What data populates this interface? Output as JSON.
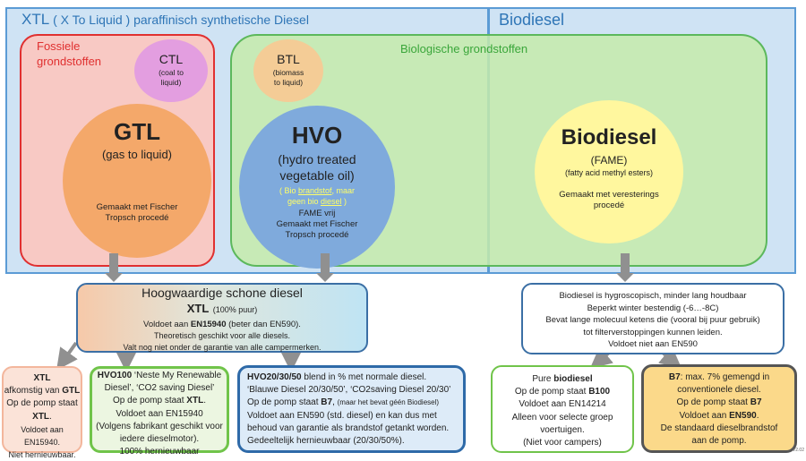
{
  "xtl": {
    "title_main": "XTL",
    "title_rest": "( X To Liquid ) paraffinisch synthetische Diesel"
  },
  "biodiesel_region": {
    "title": "Biodiesel"
  },
  "fossil": {
    "title_line1": "Fossiele",
    "title_line2": "grondstoffen"
  },
  "biological": {
    "title": "Biologische grondstoffen"
  },
  "ctl": {
    "name": "CTL",
    "desc_line1": "(coal to",
    "desc_line2": "liquid)"
  },
  "btl": {
    "name": "BTL",
    "desc_line1": "(biomass",
    "desc_line2": "to liquid)"
  },
  "gtl": {
    "name": "GTL",
    "desc": "(gas to liquid)",
    "made_line1": "Gemaakt met Fischer",
    "made_line2": "Tropsch procedé"
  },
  "hvo": {
    "name": "HVO",
    "desc_line1": "(hydro treated",
    "desc_line2": "vegetable oil)",
    "note_a": "( Bio ",
    "note_b": "brandstof",
    "note_c": ", maar",
    "note_d": "geen bio ",
    "note_e": "diesel",
    "note_f": " )",
    "line1": "FAME vrij",
    "line2": "Gemaakt met Fischer",
    "line3": "Tropsch procedé"
  },
  "biodiesel": {
    "name": "Biodiesel",
    "desc": "(FAME)",
    "desc2": "(fatty acid methyl esters)",
    "made_line1": "Gemaakt met veresterings",
    "made_line2": "procedé"
  },
  "hoogwaardig": {
    "title": "Hoogwaardige schone diesel",
    "xtl": "XTL",
    "xtl_note": "(100% puur)",
    "line1_a": "Voldoet aan ",
    "line1_b": "EN15940",
    "line1_c": " (beter dan EN590).",
    "line2": "Theoretisch geschikt voor alle diesels.",
    "line3": "Valt nog niet onder de garantie van alle campermerken."
  },
  "biodiesel_info": {
    "line1": "Biodiesel is hygroscopisch, minder lang houdbaar",
    "line2": "Beperkt winter bestendig (-6…-8C)",
    "line3": "Bevat lange molecuul ketens die (vooral bij puur gebruik)",
    "line4": "tot filterverstoppingen kunnen leiden.",
    "line5": "Voldoet niet aan EN590"
  },
  "card_xtl": {
    "title": "XTL",
    "line1_a": "afkomstig van ",
    "line1_b": "GTL",
    "line2": "Op de pomp staat",
    "line3": "XTL",
    "line3_dot": ".",
    "line4": "Voldoet aan EN15940.",
    "line5": "Niet hernieuwbaar."
  },
  "card_hvo100": {
    "title_a": "HVO100",
    "title_b": " ‘Neste My Renewable",
    "line1": "Diesel’, ‘CO2 saving Diesel’",
    "line2_a": "Op de pomp staat ",
    "line2_b": "XTL",
    "line2_c": ".",
    "line3": "Voldoet aan EN15940",
    "line4": "(Volgens fabrikant geschikt voor",
    "line5": "iedere dieselmotor).",
    "line6": "100% hernieuwbaar"
  },
  "card_hvo20": {
    "title_a": "HVO20/30/50",
    "title_b": " blend in % met normale diesel.",
    "line1": "‘Blauwe Diesel 20/30/50’, ‘CO2saving Diesel 20/30’",
    "line2_a": "Op de pomp staat ",
    "line2_b": "B7",
    "line2_c": ", ",
    "line2_d": "(maar het bevat géén Biodiesel)",
    "line3": "Voldoet aan EN590 (std. diesel) en kan dus met",
    "line4": "behoud van garantie als brandstof getankt worden.",
    "line5": "Gedeeltelijk hernieuwbaar (20/30/50%)."
  },
  "card_pure": {
    "title_a": "Pure  ",
    "title_b": "biodiesel",
    "line1_a": "Op de pomp staat ",
    "line1_b": "B100",
    "line2": "Voldoet aan EN14214",
    "line3": "Alleen voor selecte groep",
    "line4": "voertuigen.",
    "line5": "(Niet voor campers)"
  },
  "card_b7": {
    "title_a": "B7",
    "title_b": ": max. 7% gemengd in",
    "line1": "conventionele diesel.",
    "line2_a": "Op de pomp staat ",
    "line2_b": "B7",
    "line3_a": "Voldoet aan ",
    "line3_b": "EN590",
    "line3_c": ".",
    "line4": "De standaard dieselbrandstof",
    "line5": "aan de pomp."
  },
  "version": "V2.02"
}
